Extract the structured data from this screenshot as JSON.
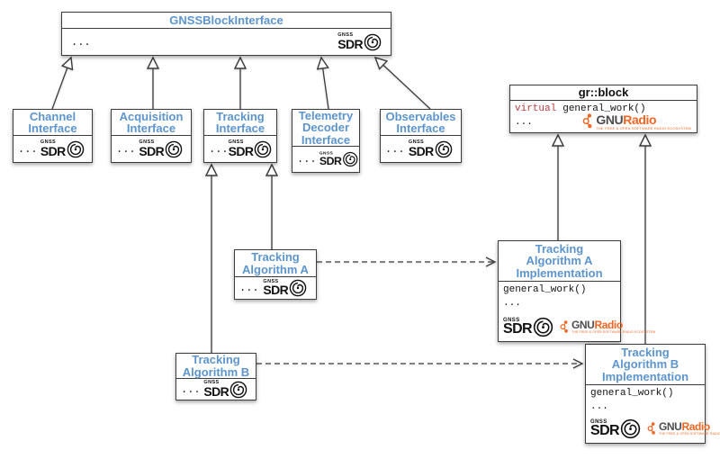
{
  "diagram": {
    "colors": {
      "accent_blue": "#5C95CE",
      "keyword_red": "#BE3B3B",
      "gnuradio_orange": "#F26522",
      "gnu_gray": "#4D4D4D",
      "border": "#3C3C3C"
    },
    "logos": {
      "gnss_sdr": {
        "top": "GNSS",
        "main": "SDR"
      },
      "gnuradio": {
        "gnu": "GNU",
        "radio": "Radio",
        "tagline": "THE FREE & OPEN SOFTWARE RADIO ECOSYSTEM"
      }
    },
    "boxes": {
      "gnss_block_interface": {
        "title": "GNSSBlockInterface",
        "ellipsis": "..."
      },
      "channel_interface": {
        "title": "Channel Interface",
        "ellipsis": "..."
      },
      "acquisition_interface": {
        "title": "Acquisition Interface",
        "ellipsis": "..."
      },
      "tracking_interface": {
        "title": "Tracking Interface",
        "ellipsis": "..."
      },
      "telemetry_decoder_interface": {
        "title": "Telemetry Decoder Interface",
        "ellipsis": "..."
      },
      "observables_interface": {
        "title": "Observables Interface",
        "ellipsis": "..."
      },
      "gr_block": {
        "title": "gr::block",
        "keyword": "virtual",
        "method": "general_work()",
        "ellipsis": "..."
      },
      "tracking_algorithm_a": {
        "title": "Tracking Algorithm A",
        "ellipsis": "..."
      },
      "tracking_algorithm_b": {
        "title": "Tracking Algorithm B",
        "ellipsis": "..."
      },
      "tracking_algorithm_a_implementation": {
        "title": "Tracking Algorithm A Implementation",
        "method": "general_work()",
        "ellipsis": "..."
      },
      "tracking_algorithm_b_implementation": {
        "title": "Tracking Algorithm B Implementation",
        "method": "general_work()",
        "ellipsis": "..."
      }
    }
  }
}
